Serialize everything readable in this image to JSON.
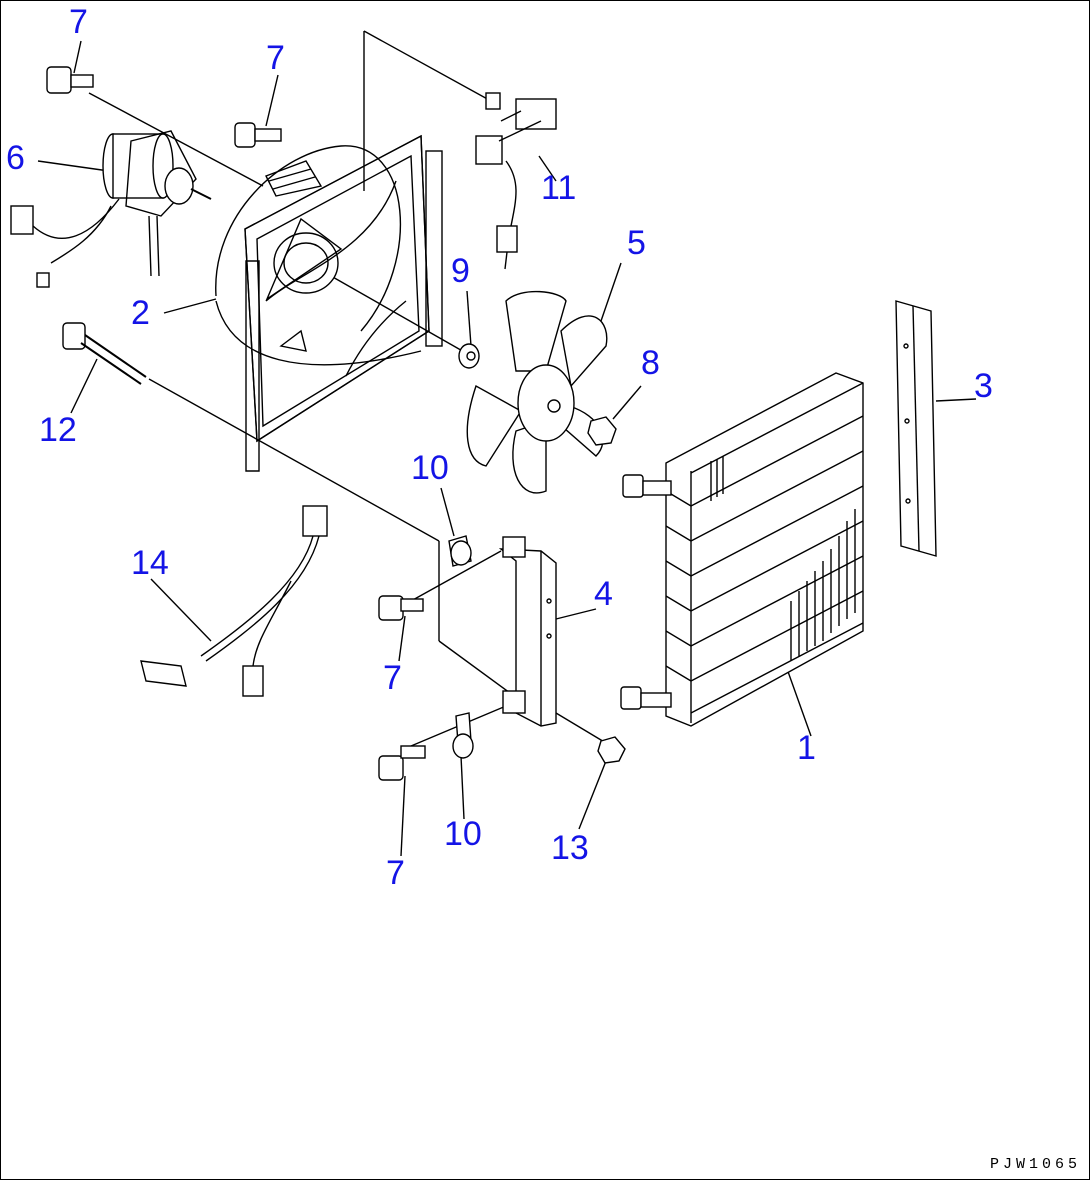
{
  "callouts": [
    {
      "id": "c7a",
      "text": "7"
    },
    {
      "id": "c7b",
      "text": "7"
    },
    {
      "id": "c6",
      "text": "6"
    },
    {
      "id": "c11",
      "text": "11"
    },
    {
      "id": "c5",
      "text": "5"
    },
    {
      "id": "c9",
      "text": "9"
    },
    {
      "id": "c2",
      "text": "2"
    },
    {
      "id": "c3",
      "text": "3"
    },
    {
      "id": "c8",
      "text": "8"
    },
    {
      "id": "c12",
      "text": "12"
    },
    {
      "id": "c10a",
      "text": "10"
    },
    {
      "id": "c14",
      "text": "14"
    },
    {
      "id": "c4",
      "text": "4"
    },
    {
      "id": "c7c",
      "text": "7"
    },
    {
      "id": "c1",
      "text": "1"
    },
    {
      "id": "c10b",
      "text": "10"
    },
    {
      "id": "c13",
      "text": "13"
    },
    {
      "id": "c7d",
      "text": "7"
    }
  ],
  "drawing_code": "PJW1065",
  "colors": {
    "callout": "#1414e6",
    "line": "#000000",
    "background": "#ffffff"
  }
}
